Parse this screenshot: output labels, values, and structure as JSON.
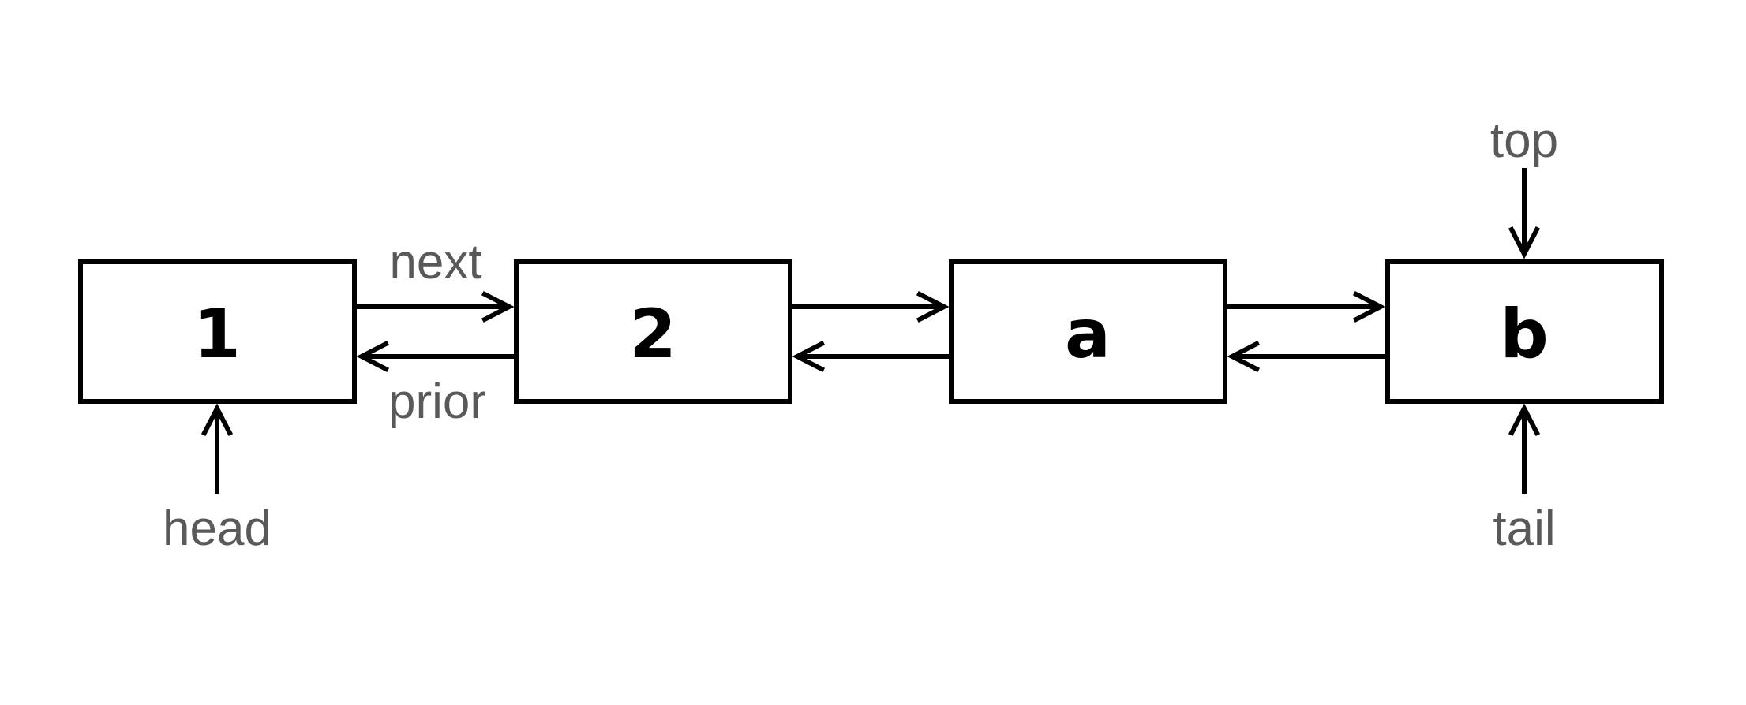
{
  "nodes": [
    {
      "value": "1"
    },
    {
      "value": "2"
    },
    {
      "value": "a"
    },
    {
      "value": "b"
    }
  ],
  "links": {
    "next_label": "next",
    "prior_label": "prior"
  },
  "pointers": {
    "head": "head",
    "tail": "tail",
    "top": "top"
  },
  "colors": {
    "box_stroke": "#000000",
    "label_text": "#595959",
    "background": "#ffffff"
  }
}
